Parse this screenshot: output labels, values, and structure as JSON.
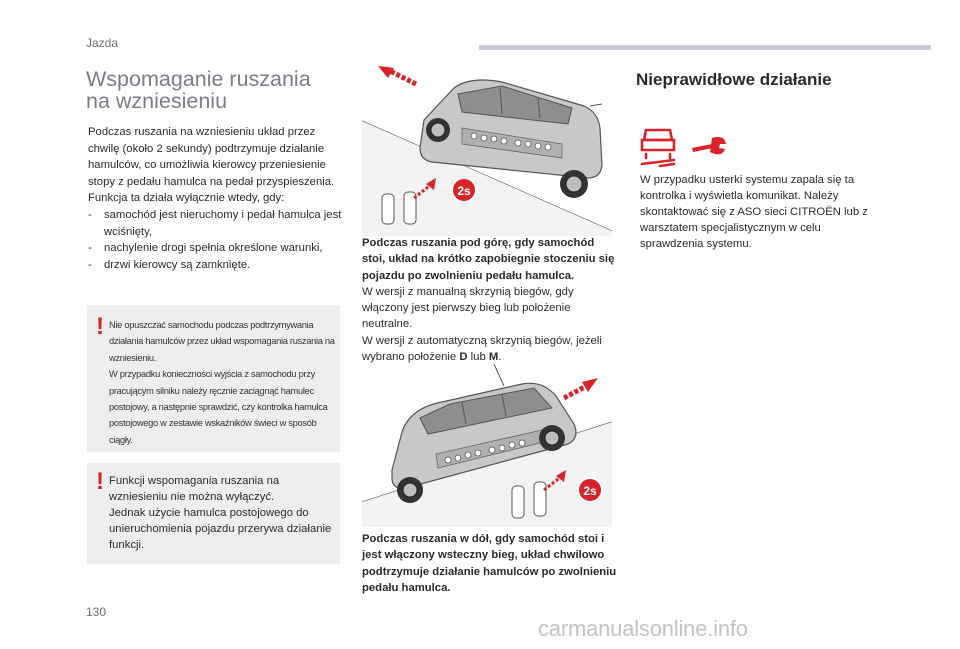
{
  "header": {
    "section": "Jazda"
  },
  "left": {
    "title_line1": "Wspomaganie ruszania",
    "title_line2": "na wzniesieniu",
    "intro": "Podczas ruszania na wzniesieniu układ przez chwilę (około 2 sekundy) podtrzymuje działanie hamulców, co umożliwia kierowcy przeniesienie stopy z pedału hamulca na pedał przyspieszenia.",
    "conditions_lead": "Funkcja ta działa wyłącznie wtedy, gdy:",
    "conditions": [
      "samochód jest nieruchomy i pedał hamulca jest wciśnięty,",
      "nachylenie drogi spełnia określone warunki,",
      "drzwi kierowcy są zamknięte."
    ],
    "warning1": {
      "mark": "!",
      "para1": "Nie opuszczać samochodu podczas podtrzymywania działania hamulców przez układ wspomagania ruszania na wzniesieniu.",
      "para2": "W przypadku konieczności wyjścia z samochodu przy pracującym silniku należy ręcznie zaciągnąć hamulec postojowy, a następnie sprawdzić, czy kontrolka hamulca postojowego w zestawie wskaźników świeci w sposób ciągły."
    },
    "warning2": {
      "mark": "!",
      "para1": "Funkcji wspomagania ruszania na wzniesieniu nie można wyłączyć.",
      "para2": "Jednak użycie hamulca postojowego do unieruchomienia pojazdu przerywa działanie funkcji."
    }
  },
  "middle": {
    "fig_badge": "2s",
    "caption1_bold": "Podczas ruszania pod górę, gdy samochód stoi, układ na krótko zapobiegnie stoczeniu się pojazdu po zwolnieniu pedału hamulca.",
    "caption1_manual": "W wersji z manualną skrzynią biegów, gdy włączony jest pierwszy bieg lub położenie neutralne.",
    "caption1_auto_prefix": "W wersji z automatyczną skrzynią biegów, jeżeli wybrano położenie ",
    "caption1_auto_d": "D",
    "caption1_auto_mid": " lub ",
    "caption1_auto_m": "M",
    "caption1_auto_suffix": ".",
    "caption2_bold": "Podczas ruszania w dół, gdy samochód stoi i jest włączony wsteczny bieg, układ chwilowo podtrzymuje działanie hamulców po zwolnieniu pedału hamulca."
  },
  "right": {
    "title": "Nieprawidłowe działanie",
    "text": "W przypadku usterki systemu zapala się ta kontrolka i wyświetla komunikat. Należy skontaktować się z ASO sieci CITROËN lub z warsztatem specjalistycznym w celu sprawdzenia systemu."
  },
  "footer": {
    "page_number": "130",
    "watermark": "carmanualsonline.info"
  },
  "colors": {
    "accent_red": "#d8232a",
    "header_bar": "#c9ccd6",
    "warning_bg": "#eeeeef",
    "title_gray": "#7a7d85"
  }
}
